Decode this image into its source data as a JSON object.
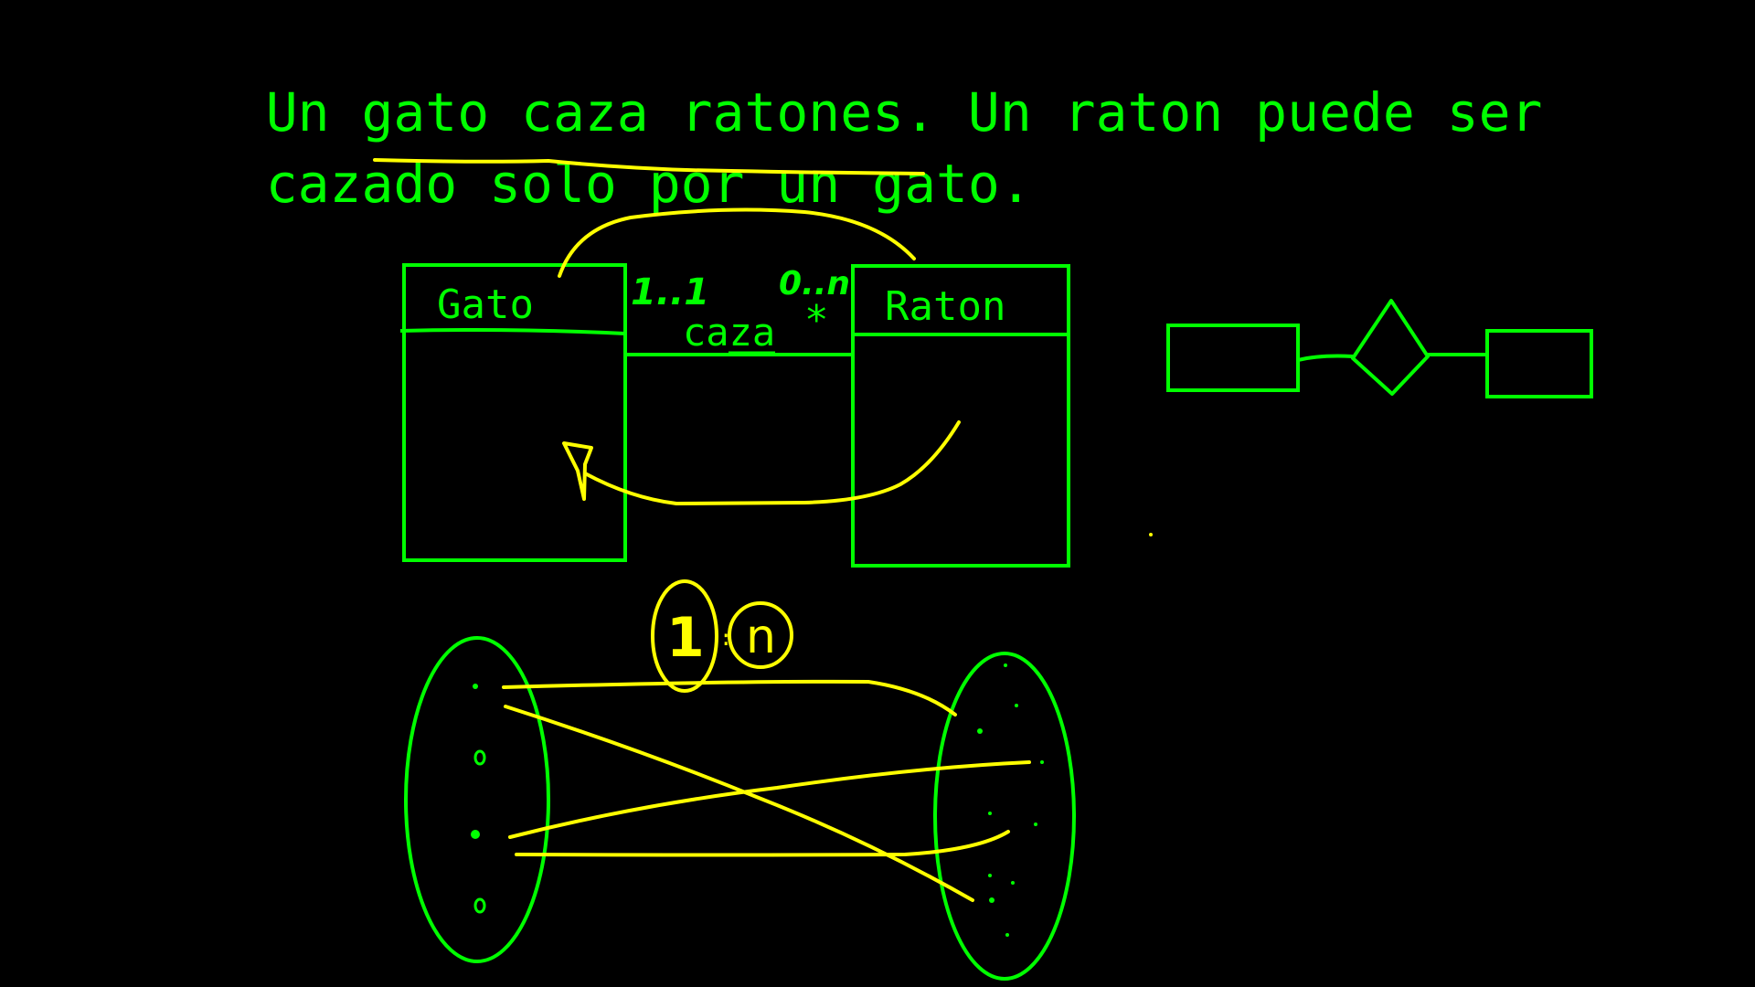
{
  "problem_statement": {
    "line1": "Un gato caza ratones. Un raton puede ser",
    "line2_plain": "cazado ",
    "line2_emphasis": "solo por un gato."
  },
  "uml": {
    "left_class": "Gato",
    "right_class": "Raton",
    "association": "caza",
    "left_multiplicity": "1..1",
    "right_multiplicity": "0..n",
    "right_multiplicity_alt": "*"
  },
  "cardinality": {
    "left": "1",
    "right": "n"
  },
  "colors": {
    "chalk_green": "#00ff00",
    "highlight_yellow": "#ffff00",
    "background": "#000000"
  }
}
